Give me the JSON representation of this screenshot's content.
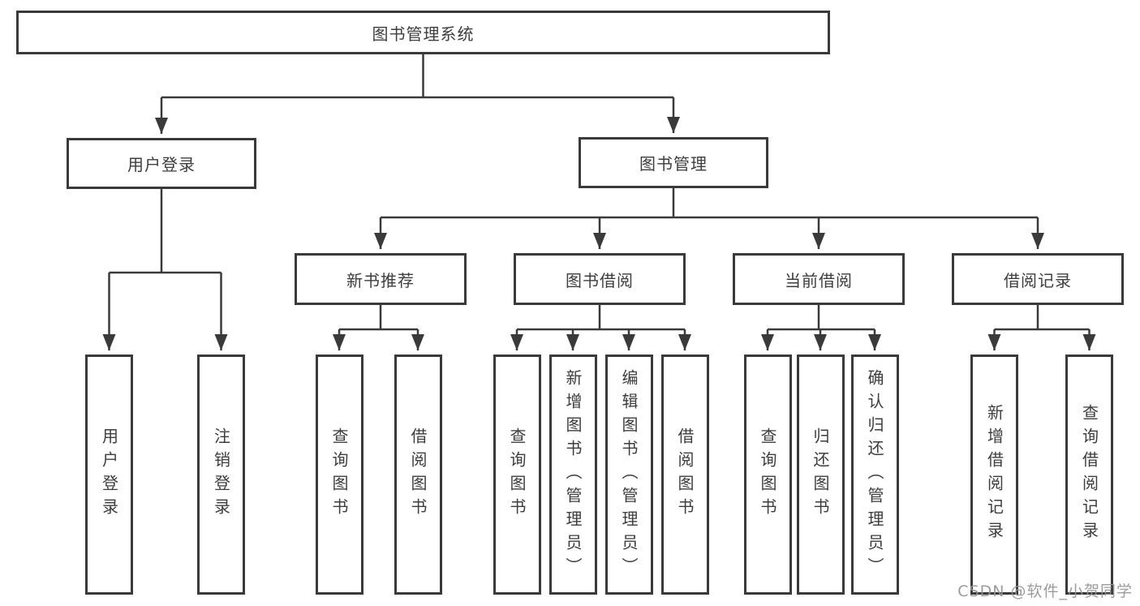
{
  "diagram": {
    "title_node": "图书管理系统",
    "root": {
      "label": "图书管理系统"
    },
    "branches": [
      {
        "label": "用户登录",
        "children": [
          {
            "label": "用户登录"
          },
          {
            "label": "注销登录"
          }
        ]
      },
      {
        "label": "图书管理",
        "children": [
          {
            "label": "新书推荐",
            "children": [
              {
                "label": "查询图书"
              },
              {
                "label": "借阅图书"
              }
            ]
          },
          {
            "label": "图书借阅",
            "children": [
              {
                "label": "查询图书"
              },
              {
                "label": "新增图书（管理员）"
              },
              {
                "label": "编辑图书（管理员）"
              },
              {
                "label": "借阅图书"
              }
            ]
          },
          {
            "label": "当前借阅",
            "children": [
              {
                "label": "查询图书"
              },
              {
                "label": "归还图书"
              },
              {
                "label": "确认归还（管理员）"
              }
            ]
          },
          {
            "label": "借阅记录",
            "children": [
              {
                "label": "新增借阅记录"
              },
              {
                "label": "查询借阅记录"
              }
            ]
          }
        ]
      }
    ]
  },
  "watermark": {
    "text": "CSDN @软件_小贺同学"
  },
  "colors": {
    "line": "#3a3a3a",
    "box_border": "#3a3a3a",
    "text": "#3d3d3d",
    "watermark": "#949494",
    "background": "#ffffff"
  }
}
